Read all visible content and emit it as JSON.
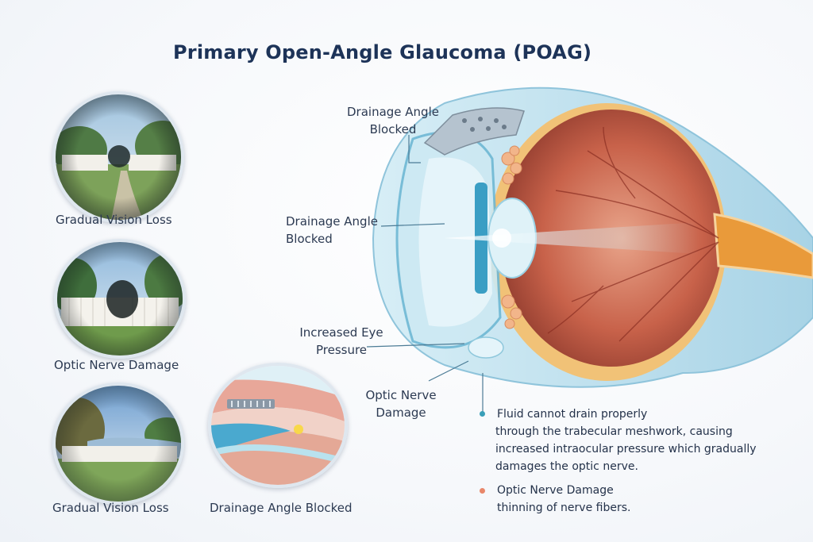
{
  "title": "Primary Open-Angle Glaucoma (POAG)",
  "thumbnails": [
    {
      "caption": "Gradual Vision Loss"
    },
    {
      "caption": "Optic Nerve Damage"
    },
    {
      "caption": "Gradual Vision Loss"
    },
    {
      "caption": "Drainage Angle Blocked"
    }
  ],
  "labels": {
    "drainage_top_line1": "Drainage Angle",
    "drainage_top_line2": "Blocked",
    "drainage_mid_line1": "Drainage Angle",
    "drainage_mid_line2": "Blocked",
    "pressure_line1": "Increased Eye",
    "pressure_line2": "Pressure",
    "nerve_line1": "Optic Nerve",
    "nerve_line2": "Damage"
  },
  "notes": [
    {
      "color": "#3a9fb8",
      "lines": [
        "Fluid cannot drain properly",
        "through the trabecular meshwork, causing",
        "increased intraocular pressure which gradually",
        "damages the optic nerve."
      ]
    },
    {
      "color": "#e8876a",
      "lines": [
        "Optic Nerve Damage",
        "thinning of nerve fibers."
      ]
    }
  ],
  "colors": {
    "title": "#1d3358",
    "sclera": "#b9dcea",
    "retina": "#b8503e",
    "nerve": "#e99a3a"
  }
}
